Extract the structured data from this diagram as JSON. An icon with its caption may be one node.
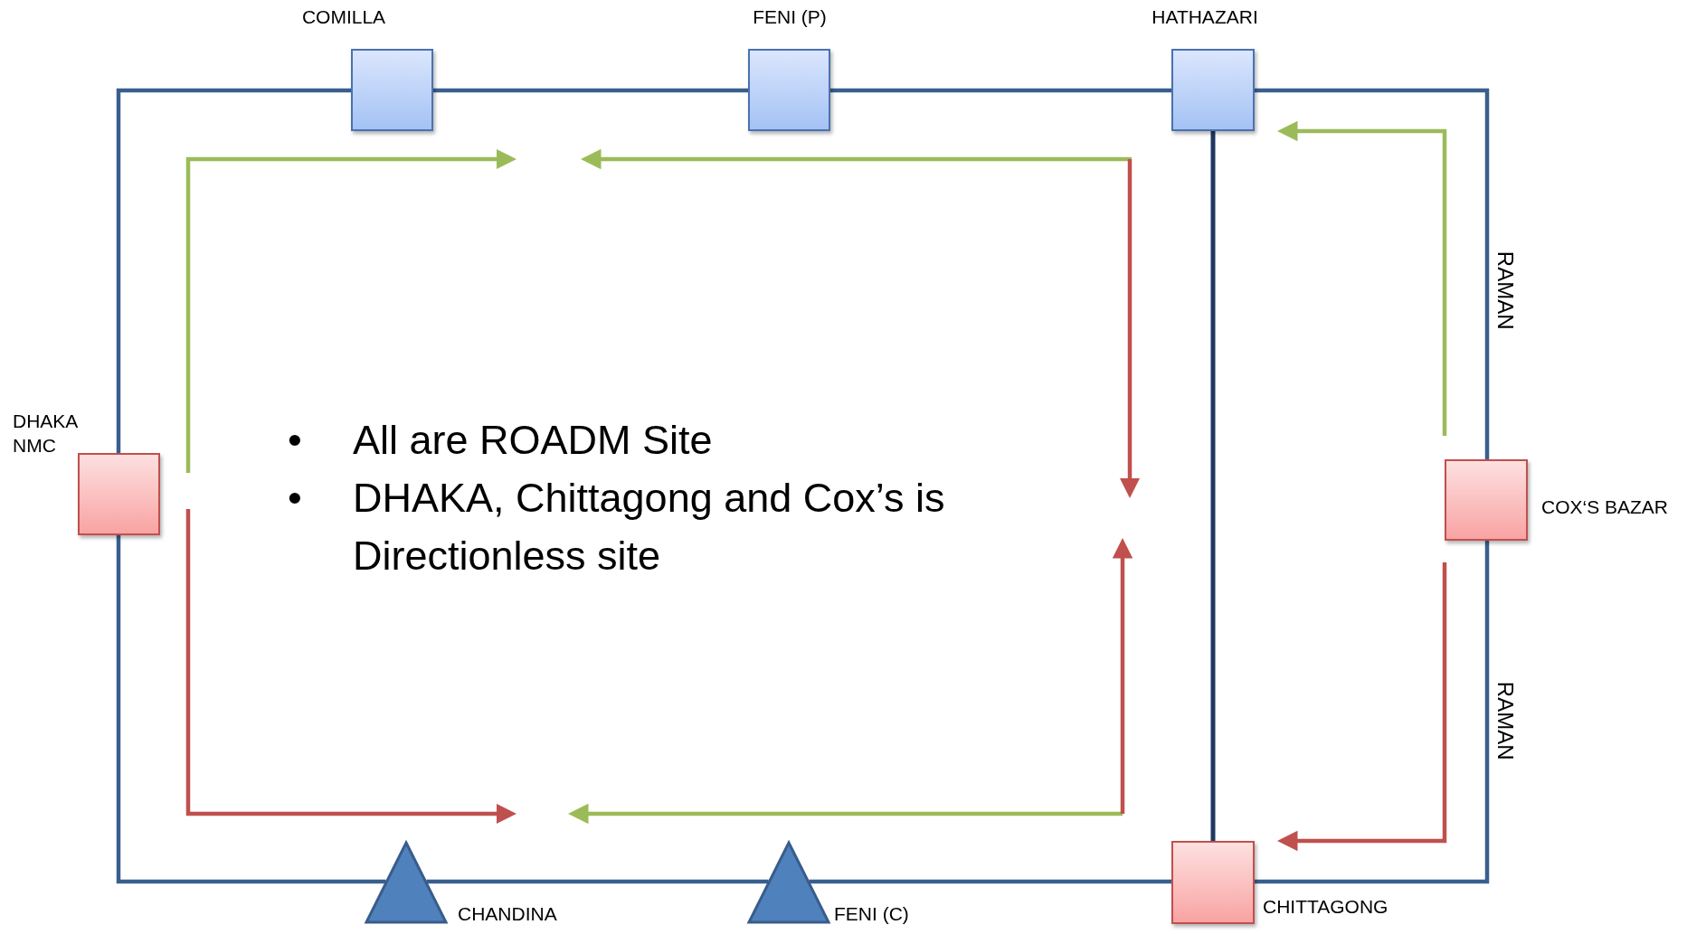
{
  "diagram": {
    "nodes": [
      {
        "text": [],
        "shape": "box",
        "beside": [
          "COMILLA"
        ]
      },
      {
        "text": [],
        "shape": "box",
        "beside": [
          "FENI (P)"
        ]
      },
      {
        "text": [],
        "shape": "box",
        "beside": [
          "HATHAZARI"
        ]
      },
      {
        "text": [],
        "shape": "box",
        "beside": [
          "DHAKA NMC"
        ]
      },
      {
        "text": [],
        "shape": "box",
        "beside": [
          "COX‘S BAZAR"
        ]
      },
      {
        "text": [],
        "shape": "triangle",
        "beside": [
          "CHANDINA"
        ]
      },
      {
        "text": [],
        "shape": "triangle",
        "beside": [
          "FENI (C)"
        ]
      },
      {
        "text": [],
        "shape": "box",
        "beside": [
          "CHITTAGONG"
        ]
      }
    ],
    "edges": [
      {
        "from": 3,
        "to": 0,
        "arrow": "none"
      },
      {
        "from": 0,
        "to": 1,
        "arrow": "none"
      },
      {
        "from": 1,
        "to": 2,
        "arrow": "none"
      },
      {
        "from": 2,
        "to": 4,
        "arrow": "none",
        "label": "RAMAN"
      },
      {
        "from": 4,
        "to": 7,
        "arrow": "none",
        "label": "RAMAN"
      },
      {
        "from": 7,
        "to": 6,
        "arrow": "none"
      },
      {
        "from": 6,
        "to": 5,
        "arrow": "none"
      },
      {
        "from": 5,
        "to": 3,
        "arrow": "none"
      },
      {
        "from": 2,
        "to": 7,
        "arrow": "none",
        "color": "#1f3864"
      }
    ],
    "labels": [
      "•",
      "All are ROADM Site",
      "•",
      "DHAKA, Chittagong and Cox’s is Directionless site"
    ]
  }
}
